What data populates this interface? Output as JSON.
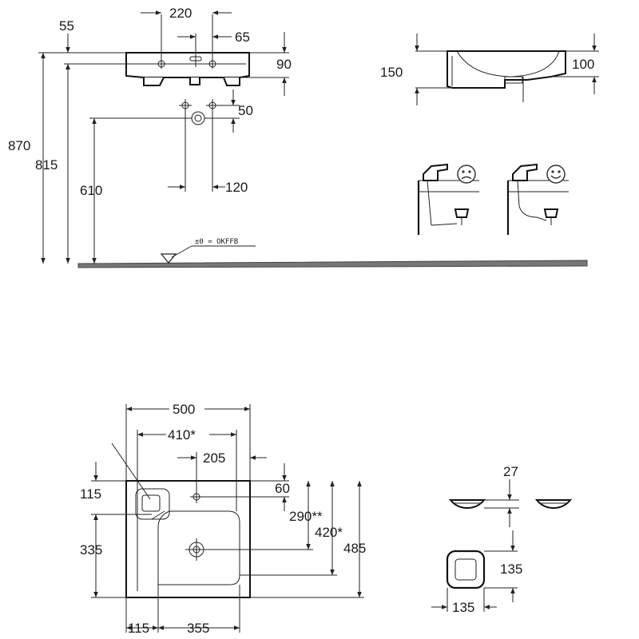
{
  "front_view": {
    "dims": {
      "d220": "220",
      "d55": "55",
      "d65": "65",
      "d90": "90",
      "d870": "870",
      "d815": "815",
      "d610": "610",
      "d50": "50",
      "d120": "120"
    },
    "floor_label": "±0 = OKFFB"
  },
  "side_view": {
    "dims": {
      "d150": "150",
      "d100": "100"
    }
  },
  "plan_view": {
    "dims": {
      "d500": "500",
      "d410": "410*",
      "d205": "205",
      "d115_top": "115",
      "d60": "60",
      "d290": "290**",
      "d420": "420*",
      "d485": "485",
      "d335": "335",
      "d115_bottom": "115",
      "d355": "355"
    }
  },
  "waste_detail": {
    "dims": {
      "d27": "27",
      "d135_v": "135",
      "d135_h": "135"
    }
  },
  "icons": [
    "sad-face-icon",
    "happy-face-icon"
  ],
  "colors": {
    "line": "#222222",
    "floor": "#666666",
    "background": "#ffffff"
  }
}
